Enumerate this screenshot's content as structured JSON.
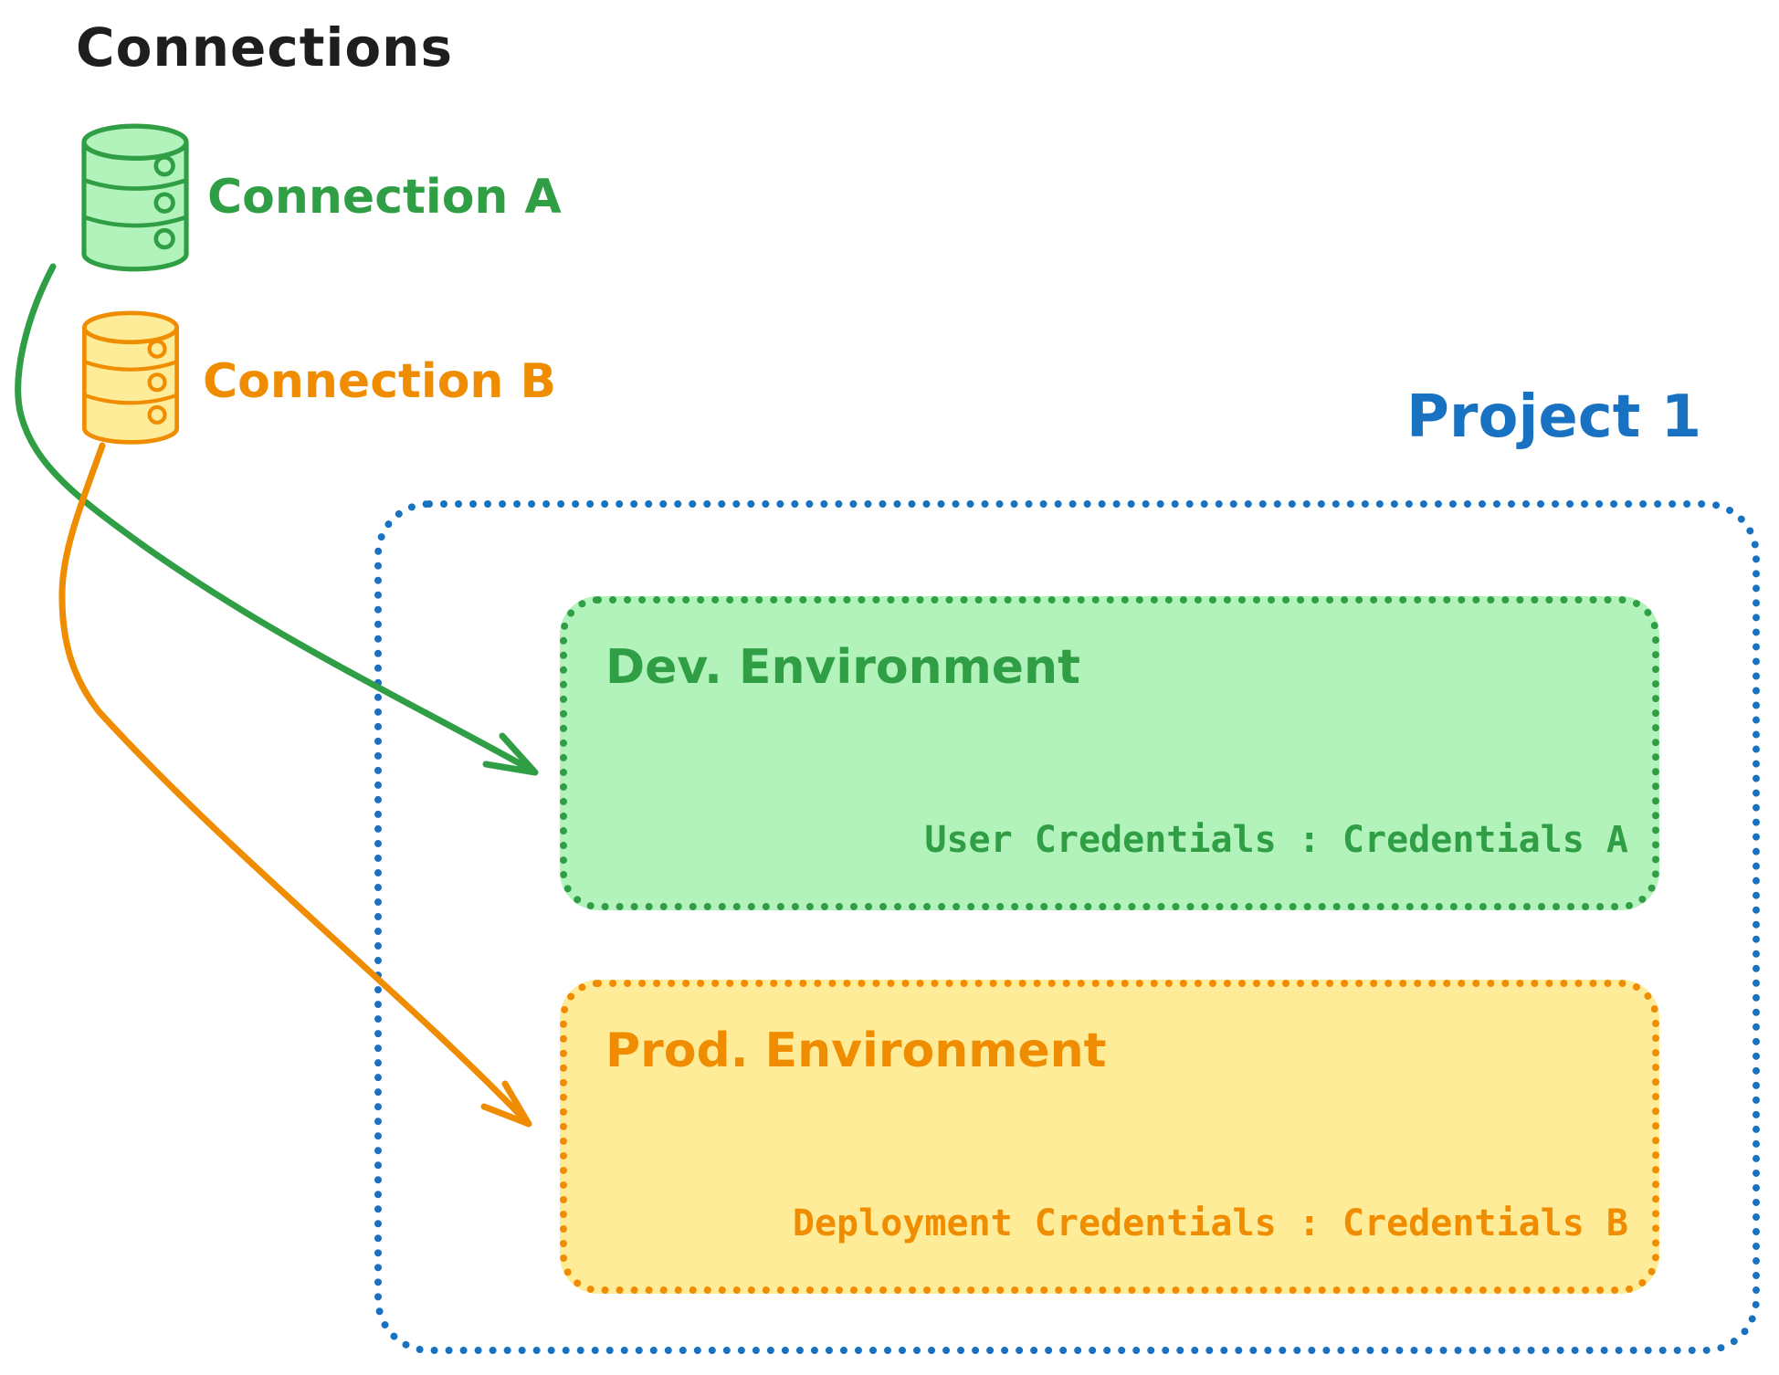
{
  "diagram": {
    "title": "Connections",
    "connections": [
      {
        "label": "Connection A",
        "color": "#2f9e44",
        "fill": "#b2f2bb"
      },
      {
        "label": "Connection B",
        "color": "#f08c00",
        "fill": "#ffec99"
      }
    ],
    "project": {
      "label": "Project 1",
      "border_color": "#1971c2",
      "environments": [
        {
          "name": "Dev. Environment",
          "credentials": "User Credentials : Credentials A",
          "stroke": "#2f9e44",
          "fill": "#b2f2bb"
        },
        {
          "name": "Prod. Environment",
          "credentials": "Deployment Credentials : Credentials B",
          "stroke": "#f08c00",
          "fill": "#ffec99"
        }
      ]
    },
    "arrows": [
      {
        "from": "Connection A",
        "to": "Dev. Environment",
        "color": "#2f9e44"
      },
      {
        "from": "Connection B",
        "to": "Prod. Environment",
        "color": "#f08c00"
      }
    ]
  }
}
